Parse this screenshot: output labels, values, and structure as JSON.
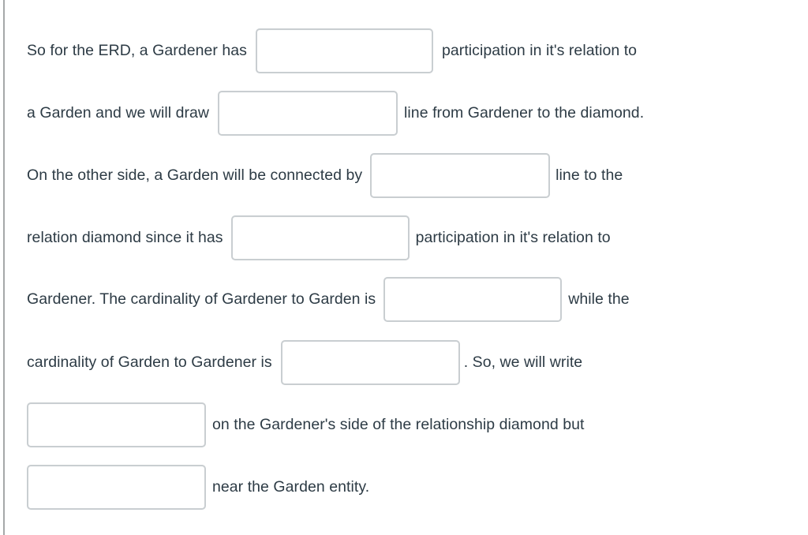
{
  "colors": {
    "text": "#2d3b45",
    "input_border": "#c9ced1",
    "input_background": "#ffffff",
    "page_background": "#ffffff",
    "left_rule": "#a5a8a9"
  },
  "question": {
    "lines": [
      {
        "id": "line-1",
        "segments": [
          {
            "kind": "text",
            "value": "So for the ERD, a Gardener has"
          },
          {
            "kind": "input",
            "id": "blank-1",
            "value": "",
            "placeholder": ""
          },
          {
            "kind": "text",
            "value": "participation in it's relation to"
          }
        ]
      },
      {
        "id": "line-2",
        "segments": [
          {
            "kind": "text",
            "value": "a Garden and we will draw"
          },
          {
            "kind": "input",
            "id": "blank-2",
            "value": "",
            "placeholder": ""
          },
          {
            "kind": "text",
            "value": "line from Gardener to the diamond."
          }
        ]
      },
      {
        "id": "line-3",
        "segments": [
          {
            "kind": "text",
            "value": "On the other side, a Garden will be connected by"
          },
          {
            "kind": "input",
            "id": "blank-3",
            "value": "",
            "placeholder": ""
          },
          {
            "kind": "text",
            "value": "line to the"
          }
        ]
      },
      {
        "id": "line-4",
        "segments": [
          {
            "kind": "text",
            "value": "relation diamond since it has"
          },
          {
            "kind": "input",
            "id": "blank-4",
            "value": "",
            "placeholder": ""
          },
          {
            "kind": "text",
            "value": "participation in it's relation to"
          }
        ]
      },
      {
        "id": "line-5",
        "segments": [
          {
            "kind": "text",
            "value": "Gardener. The cardinality of Gardener to Garden is"
          },
          {
            "kind": "input",
            "id": "blank-5",
            "value": "",
            "placeholder": ""
          },
          {
            "kind": "text",
            "value": "while the"
          }
        ]
      },
      {
        "id": "line-6",
        "segments": [
          {
            "kind": "text",
            "value": "cardinality of Garden to Gardener is"
          },
          {
            "kind": "input",
            "id": "blank-6",
            "value": "",
            "placeholder": ""
          },
          {
            "kind": "text",
            "value": ". So, we will write"
          }
        ]
      },
      {
        "id": "line-7",
        "segments": [
          {
            "kind": "input",
            "id": "blank-7",
            "value": "",
            "placeholder": ""
          },
          {
            "kind": "text",
            "value": "on the Gardener's side of the relationship diamond but"
          }
        ]
      },
      {
        "id": "line-8",
        "segments": [
          {
            "kind": "input",
            "id": "blank-8",
            "value": "",
            "placeholder": ""
          },
          {
            "kind": "text",
            "value": "near the Garden entity."
          }
        ]
      }
    ],
    "text": {
      "l1_a": "So for the ERD, a Gardener has",
      "l1_b": "participation in it's relation to",
      "l2_a": "a Garden and we will draw",
      "l2_b": "line from Gardener to the diamond.",
      "l3_a": "On the other side, a Garden will be connected by",
      "l3_b": "line to the",
      "l4_a": "relation diamond since it has",
      "l4_b": "participation in it's relation to",
      "l5_a": "Gardener. The cardinality of Gardener to Garden is",
      "l5_b": "while the",
      "l6_a": "cardinality of Garden to Gardener is",
      "l6_b": ". So, we will write",
      "l7_b": "on the Gardener's side of the relationship diamond but",
      "l8_b": "near the Garden entity."
    },
    "blank_values": {
      "b1": "",
      "b2": "",
      "b3": "",
      "b4": "",
      "b5": "",
      "b6": "",
      "b7": "",
      "b8": ""
    }
  }
}
